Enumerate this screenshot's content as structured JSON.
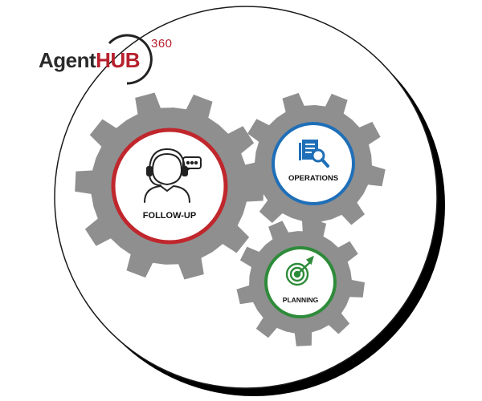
{
  "logo": {
    "agent": "Agent",
    "hub": "HUB",
    "superscript": "360"
  },
  "gears": [
    {
      "label": "FOLLOW-UP",
      "ring_color": "#c0272d",
      "icon": "headset-agent-icon"
    },
    {
      "label": "OPERATIONS",
      "ring_color": "#1f6fb8",
      "icon": "document-search-icon"
    },
    {
      "label": "PLANNING",
      "ring_color": "#2e8b3a",
      "icon": "target-arrow-icon"
    }
  ],
  "colors": {
    "gear": "#8f8f8f",
    "frame": "#000000",
    "brand_red": "#b7212e"
  }
}
